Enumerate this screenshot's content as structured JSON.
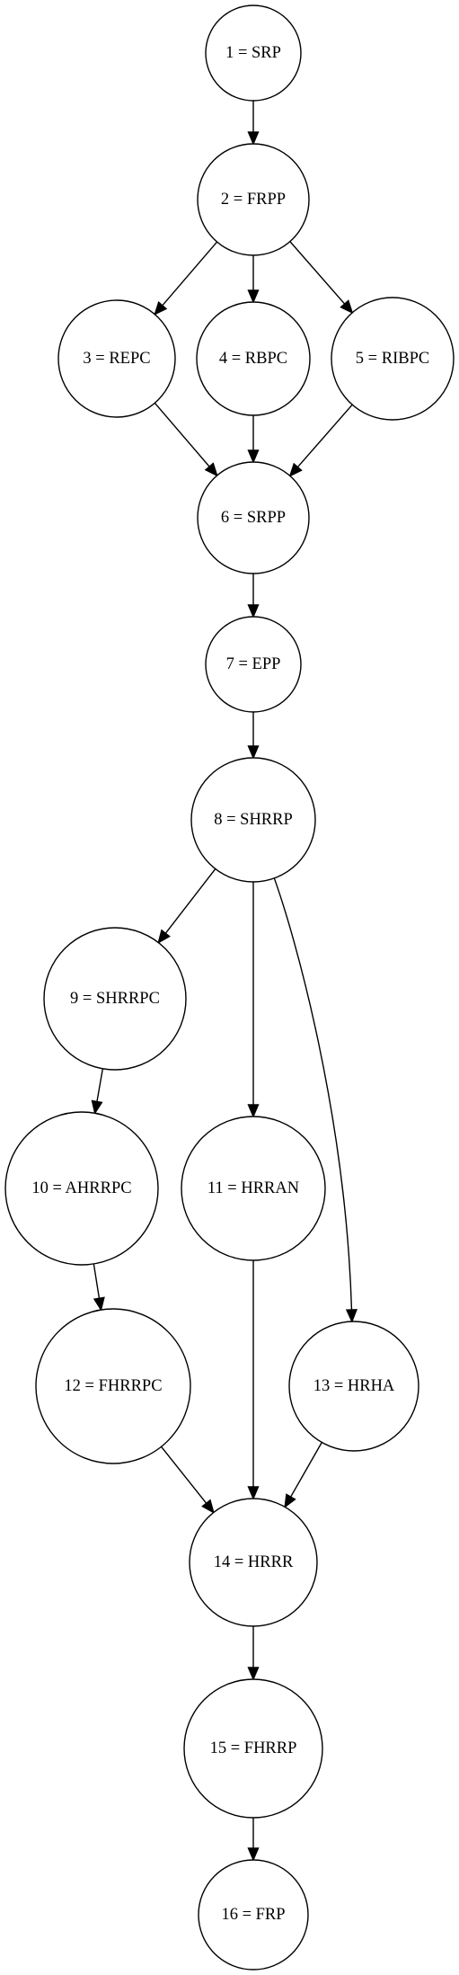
{
  "nodes": [
    {
      "id": "n1",
      "label": "1 = SRP"
    },
    {
      "id": "n2",
      "label": "2 = FRPP"
    },
    {
      "id": "n3",
      "label": "3 = REPC"
    },
    {
      "id": "n4",
      "label": "4 = RBPC"
    },
    {
      "id": "n5",
      "label": "5 = RIBPC"
    },
    {
      "id": "n6",
      "label": "6 = SRPP"
    },
    {
      "id": "n7",
      "label": "7 = EPP"
    },
    {
      "id": "n8",
      "label": "8 = SHRRP"
    },
    {
      "id": "n9",
      "label": "9 = SHRRPC"
    },
    {
      "id": "n10",
      "label": "10 = AHRRPC"
    },
    {
      "id": "n11",
      "label": "11 = HRRAN"
    },
    {
      "id": "n12",
      "label": "12 = FHRRPC"
    },
    {
      "id": "n13",
      "label": "13 = HRHA"
    },
    {
      "id": "n14",
      "label": "14 = HRRR"
    },
    {
      "id": "n15",
      "label": "15 = FHRRP"
    },
    {
      "id": "n16",
      "label": "16 = FRP"
    }
  ],
  "edges": [
    {
      "from": "n1",
      "to": "n2"
    },
    {
      "from": "n2",
      "to": "n3"
    },
    {
      "from": "n2",
      "to": "n4"
    },
    {
      "from": "n2",
      "to": "n5"
    },
    {
      "from": "n3",
      "to": "n6"
    },
    {
      "from": "n4",
      "to": "n6"
    },
    {
      "from": "n5",
      "to": "n6"
    },
    {
      "from": "n6",
      "to": "n7"
    },
    {
      "from": "n7",
      "to": "n8"
    },
    {
      "from": "n8",
      "to": "n9"
    },
    {
      "from": "n8",
      "to": "n11"
    },
    {
      "from": "n8",
      "to": "n13"
    },
    {
      "from": "n9",
      "to": "n10"
    },
    {
      "from": "n10",
      "to": "n12"
    },
    {
      "from": "n11",
      "to": "n14"
    },
    {
      "from": "n12",
      "to": "n14"
    },
    {
      "from": "n13",
      "to": "n14"
    },
    {
      "from": "n14",
      "to": "n15"
    },
    {
      "from": "n15",
      "to": "n16"
    }
  ],
  "colors": {
    "stroke": "#000000",
    "node_fill": "#ffffff",
    "background": "#ffffff"
  }
}
